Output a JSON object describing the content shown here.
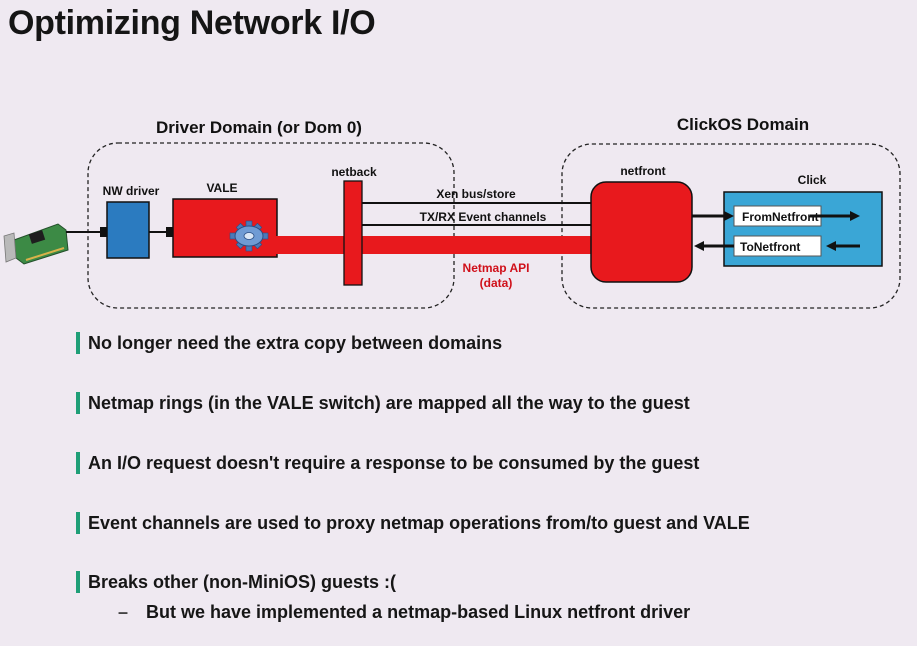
{
  "title": "Optimizing Network I/O",
  "diagram": {
    "driver_domain": "Driver Domain (or Dom 0)",
    "clickos_domain": "ClickOS Domain",
    "nw_driver": "NW driver",
    "vale": "VALE",
    "netback": "netback",
    "netfront": "netfront",
    "click": "Click",
    "xen_bus": "Xen bus/store",
    "event_channels": "TX/RX Event channels",
    "netmap_api": "Netmap API",
    "netmap_api_sub": "(data)",
    "from_netfront": "FromNetfront",
    "to_netfront": "ToNetfront"
  },
  "bullets": [
    "No longer need the extra copy between domains",
    "Netmap rings (in the VALE switch) are mapped all the way to the guest",
    "An I/O request doesn't require a response to be consumed by the guest",
    "Event channels are used to proxy netmap operations from/to guest and VALE",
    "Breaks other (non-MiniOS) guests :("
  ],
  "sub_bullet": {
    "marker": "–",
    "text": "But we have implemented a netmap-based Linux netfront driver"
  },
  "colors": {
    "red": "#e8191d",
    "blue": "#2b7bc0",
    "click_bg": "#3aa6d6",
    "bullet_bar": "#1f9e77",
    "netmap_text": "#d0101a"
  }
}
